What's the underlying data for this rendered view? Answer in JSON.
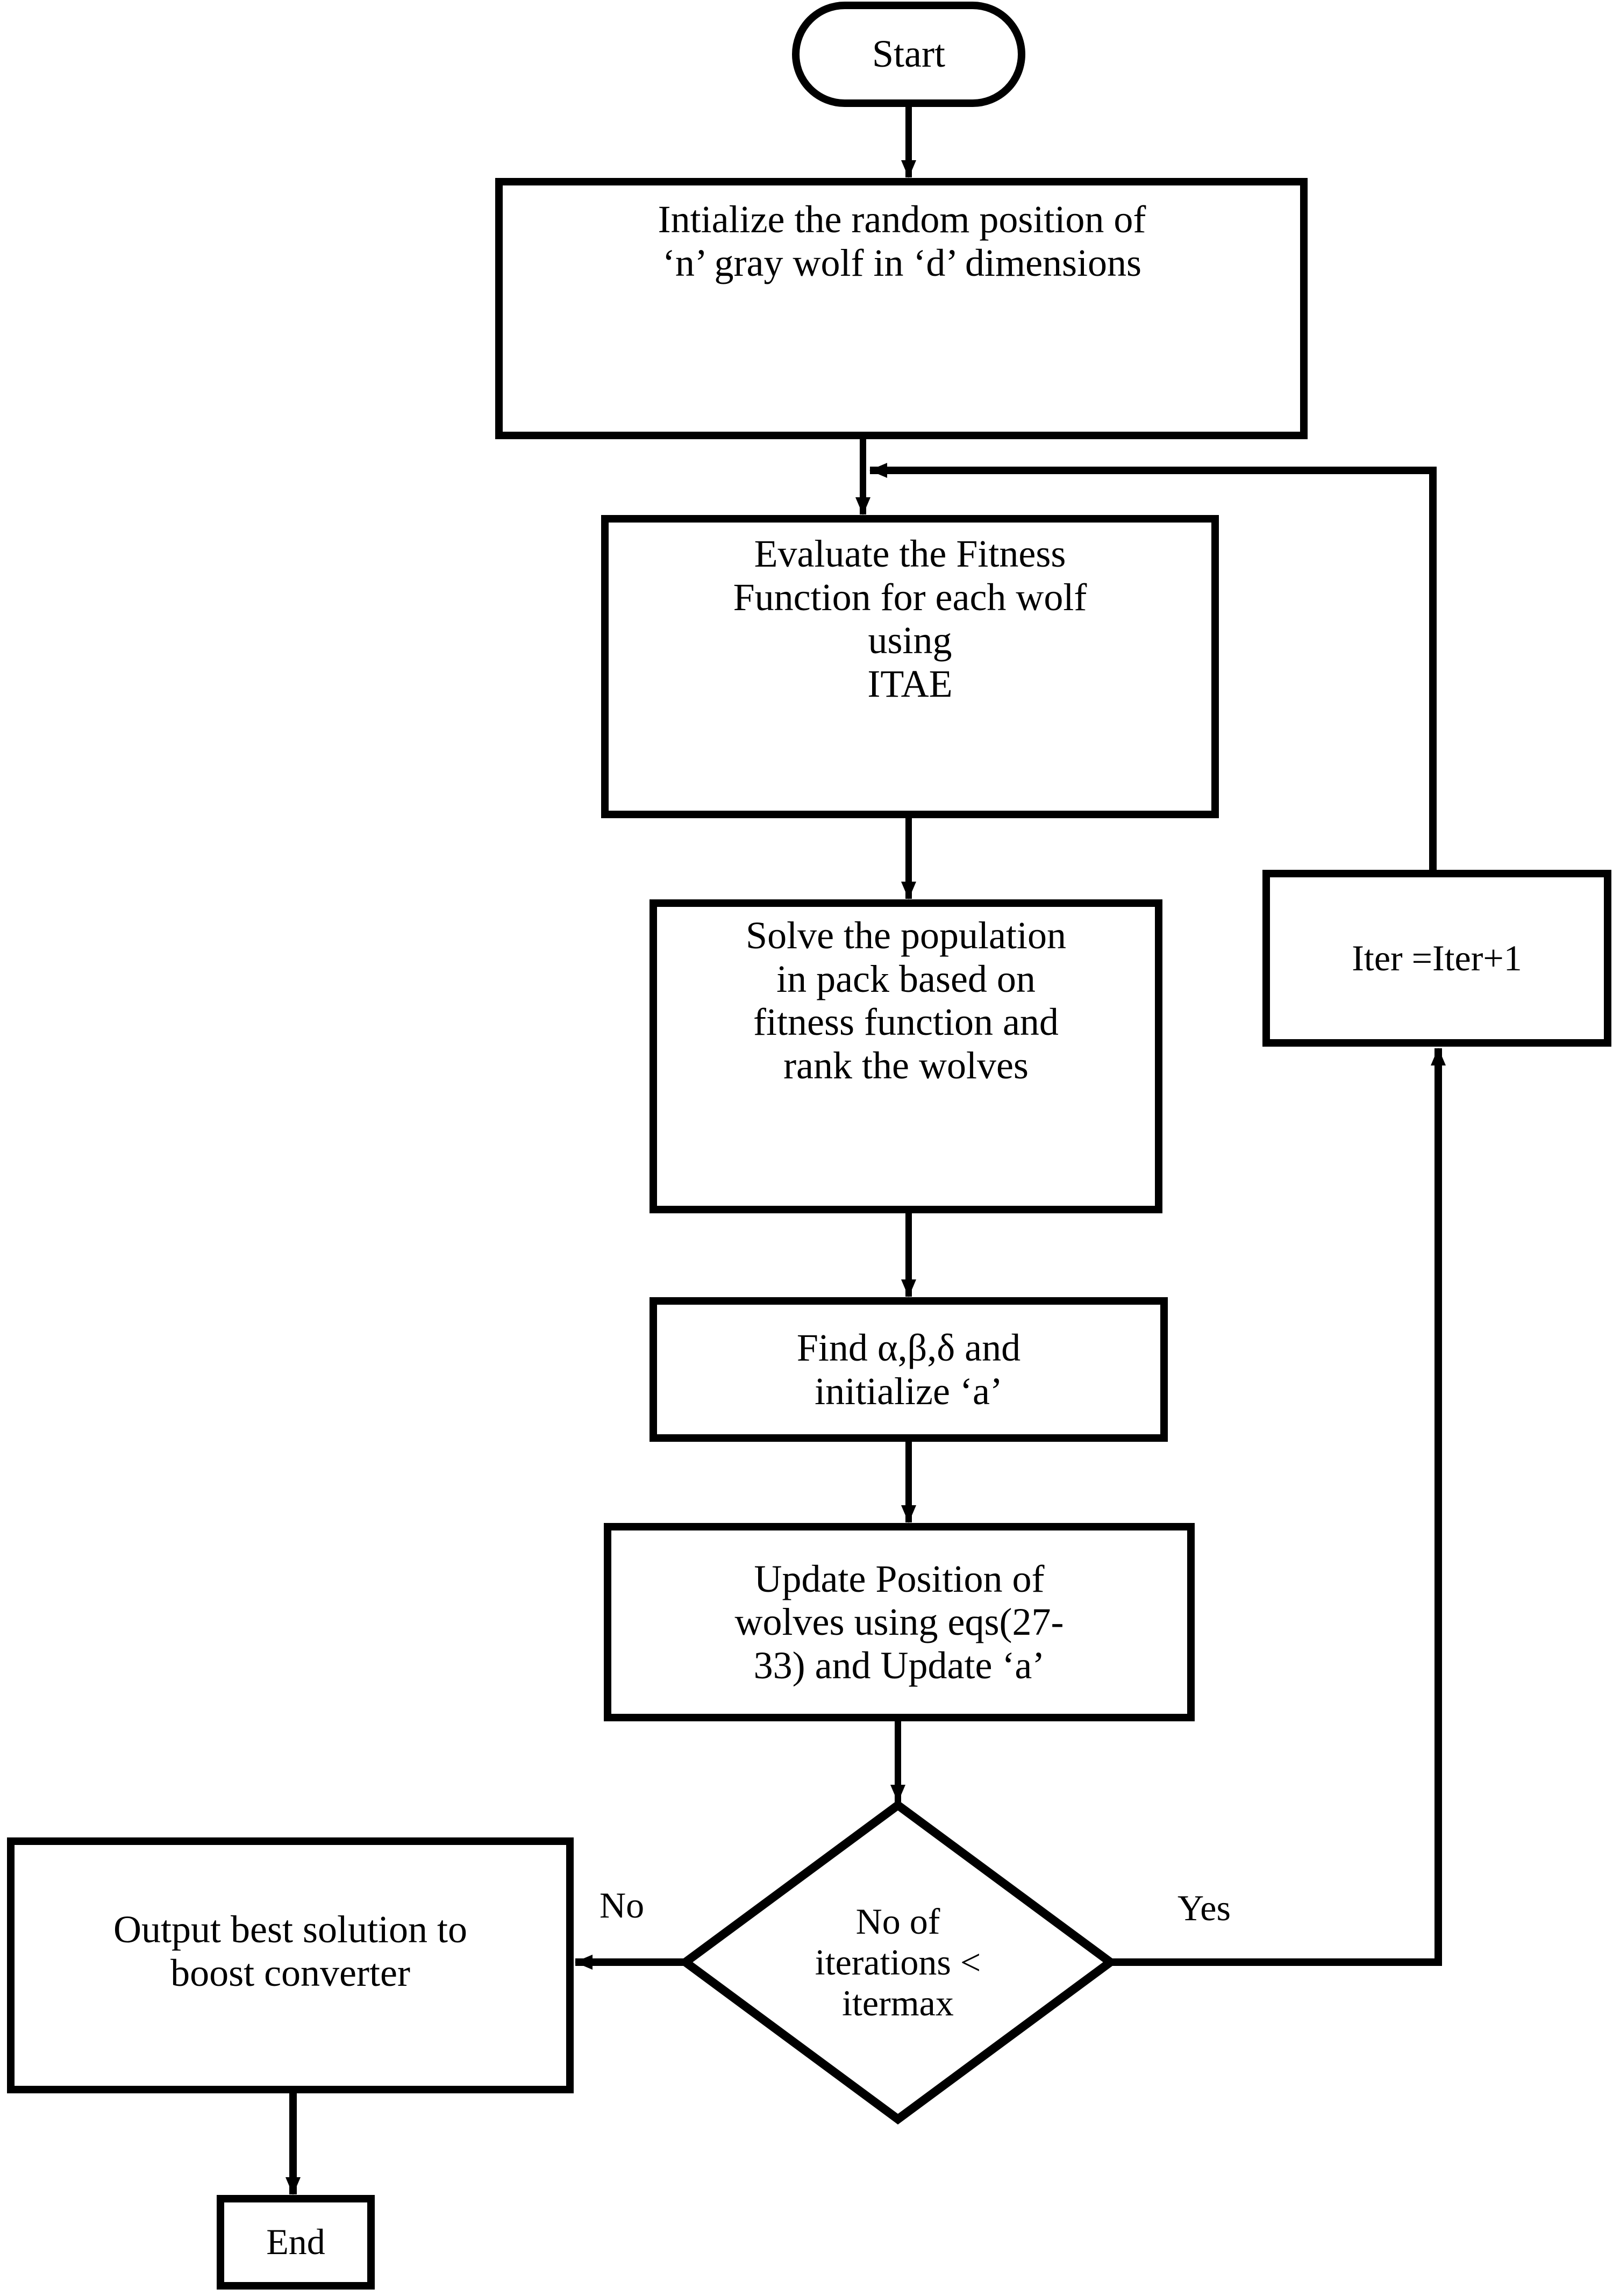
{
  "diagram": {
    "type": "flowchart",
    "title": "Grey Wolf Optimizer (GWO) flowchart",
    "stroke_color": "#000000",
    "fill_color": "#ffffff",
    "background": "#ffffff"
  },
  "nodes": {
    "start": {
      "label": "Start",
      "shape": "stadium"
    },
    "initialize": {
      "label": "Intialize the random position of\n‘n’ gray wolf in ‘d’ dimensions",
      "shape": "rectangle"
    },
    "evaluate": {
      "label": "Evaluate the Fitness\nFunction for each wolf\nusing\nITAE",
      "shape": "rectangle"
    },
    "solve": {
      "label": "Solve the population\nin pack based on\nfitness function and\nrank the wolves",
      "shape": "rectangle"
    },
    "find": {
      "label": "Find α,β,δ and\ninitialize ‘a’",
      "shape": "rectangle"
    },
    "update": {
      "label": "Update Position of\nwolves using eqs(27-\n33) and Update ‘a’",
      "shape": "rectangle"
    },
    "decision": {
      "label": "No of\niterations <\nitermax",
      "shape": "diamond"
    },
    "iteration": {
      "label": "Iter =Iter+1",
      "shape": "rectangle"
    },
    "output": {
      "label": "Output best solution to\nboost converter",
      "shape": "rectangle"
    },
    "end": {
      "label": "End",
      "shape": "rectangle"
    }
  },
  "edge_labels": {
    "no": "No",
    "yes": "Yes"
  }
}
